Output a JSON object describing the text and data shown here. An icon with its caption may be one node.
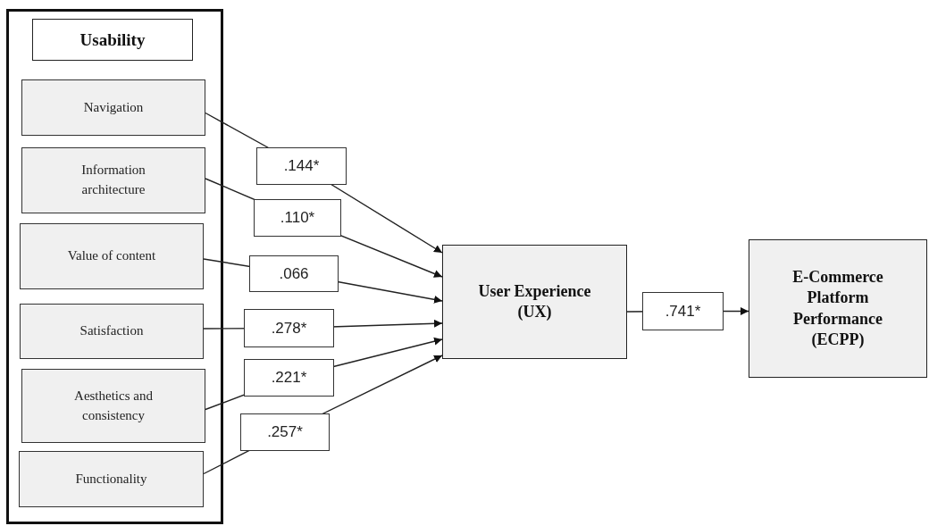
{
  "diagram": {
    "nodes": [
      {
        "text": [],
        "shape": "box"
      },
      {
        "text": [
          "Usability"
        ],
        "in": 0
      },
      {
        "text": [
          "Navigation"
        ],
        "in": 0
      },
      {
        "text": [
          "Information architecture"
        ],
        "in": 0
      },
      {
        "text": [
          "Value of content"
        ],
        "in": 0
      },
      {
        "text": [
          "Satisfaction"
        ],
        "in": 0
      },
      {
        "text": [
          "Aesthetics and consistency"
        ],
        "in": 0
      },
      {
        "text": [
          "Functionality"
        ],
        "in": 0
      },
      {
        "text": [
          "User Experience (UX)"
        ]
      },
      {
        "text": [
          "E-Commerce Platform Performance (ECPP)"
        ]
      }
    ],
    "edges": [
      {
        "from": 2,
        "to": 8,
        "arrow": "to",
        "label": ".144*"
      },
      {
        "from": 3,
        "to": 8,
        "arrow": "to",
        "label": ".110*"
      },
      {
        "from": 4,
        "to": 8,
        "arrow": "to",
        "label": ".066"
      },
      {
        "from": 5,
        "to": 8,
        "arrow": "to",
        "label": ".278*"
      },
      {
        "from": 6,
        "to": 8,
        "arrow": "to",
        "label": ".221*"
      },
      {
        "from": 7,
        "to": 8,
        "arrow": "to",
        "label": ".257*"
      },
      {
        "from": 8,
        "to": 9,
        "arrow": "to",
        "label": ".741*"
      }
    ]
  }
}
